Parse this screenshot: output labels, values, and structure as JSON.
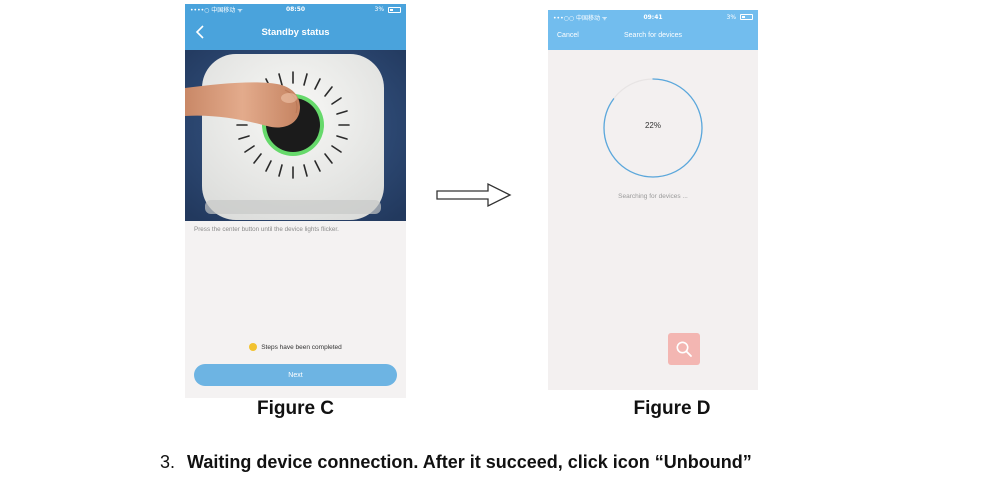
{
  "figure_c": {
    "status_bar": {
      "carrier": "••••○ 中国移动 ᯤ",
      "time": "08:50",
      "battery": "3%"
    },
    "nav": {
      "title": "Standby status",
      "back_icon": "chevron-left-icon"
    },
    "instruction": "Press the center button until the device lights flicker.",
    "completed_text": "Steps have been completed",
    "next_label": "Next",
    "caption": "Figure C",
    "colors": {
      "header": "#4aa3dc",
      "button": "#6db4e3",
      "dot": "#f2c230"
    }
  },
  "figure_d": {
    "status_bar": {
      "carrier": "•••○○ 中国移动 ᯤ",
      "time": "09:41",
      "battery": "3%"
    },
    "nav": {
      "cancel_label": "Cancel",
      "title": "Search for devices"
    },
    "progress": {
      "text": "22%",
      "value": 0.22
    },
    "searching_text": "Searching for devices ...",
    "search_icon": "magnifier-icon",
    "caption": "Figure D",
    "colors": {
      "header": "#72bdee",
      "ring": "#5aa7dc",
      "search_button": "#f3b6b2"
    }
  },
  "arrow_icon": "right-arrow-icon",
  "step": {
    "number": "3.",
    "text": "Waiting device connection. After it succeed, click icon “Unbound”"
  }
}
